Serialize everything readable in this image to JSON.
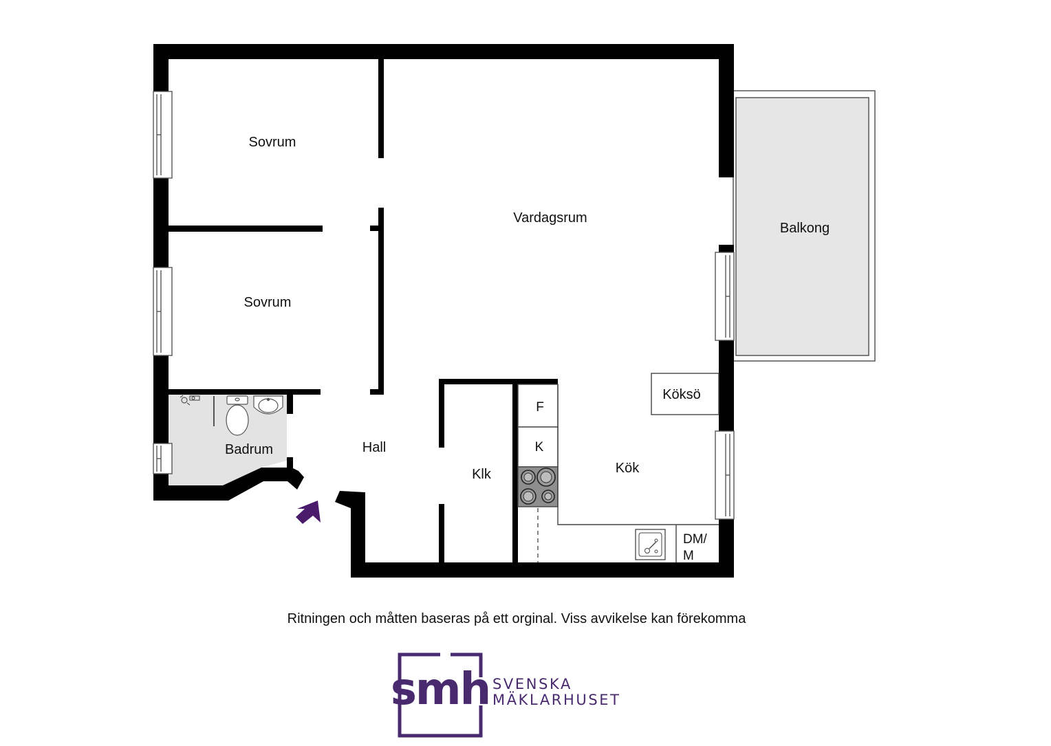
{
  "plan": {
    "rooms": {
      "sovrum_top": "Sovrum",
      "sovrum_bottom": "Sovrum",
      "vardagsrum": "Vardagsrum",
      "balkong": "Balkong",
      "badrum": "Badrum",
      "hall": "Hall",
      "klk": "Klk",
      "kok": "Kök",
      "kokso": "Köksö"
    },
    "fixtures": {
      "fridge": "F",
      "freezer": "K",
      "dishwasher_line1": "DM/",
      "dishwasher_line2": "M"
    }
  },
  "disclaimer": "Ritningen och måtten baseras på ett orginal. Viss avvikelse kan förekomma",
  "brand": {
    "logo_text": "smh",
    "name_line1": "SVENSKA",
    "name_line2": "MÄKLARHUSET",
    "color": "#4a2a6e"
  },
  "colors": {
    "wall": "#000000",
    "wet_room_floor": "#e3e3e3",
    "balcony_floor": "#e6e6e6",
    "entrance_arrow": "#4b1b6b"
  },
  "icons": {
    "entrance": "entrance-arrow-icon",
    "toilet": "toilet-icon",
    "washbasin": "washbasin-icon",
    "shower": "shower-icon",
    "stove": "stove-icon",
    "sink": "kitchen-sink-icon"
  }
}
